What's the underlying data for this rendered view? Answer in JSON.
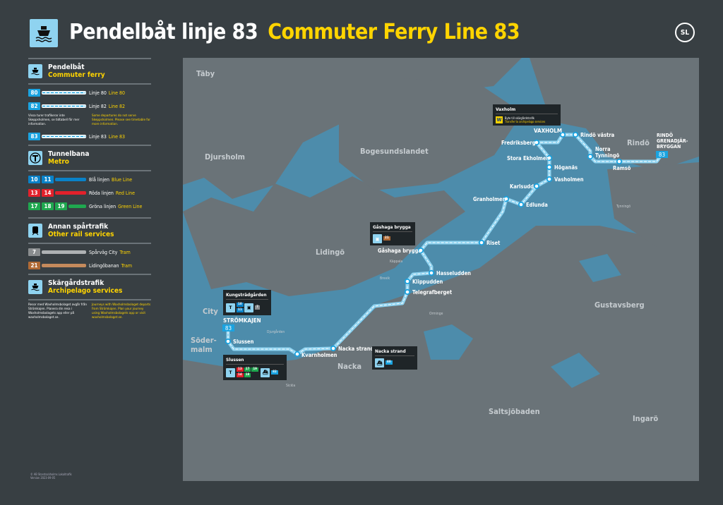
{
  "header": {
    "title_sv": "Pendelbåt linje 83",
    "title_en": "Commuter Ferry Line 83",
    "logo": "SL"
  },
  "colors": {
    "ferry": "#1aa3e0",
    "blue": "#0a82c8",
    "red": "#e2212b",
    "green": "#1fa84f",
    "tram_gray": "#8a8d8f",
    "tram_brown": "#b06a35",
    "yellow": "#ffd400"
  },
  "legend": {
    "ferry": {
      "title_sv": "Pendelbåt",
      "title_en": "Commuter ferry",
      "icon": "ferry-icon",
      "lines": [
        {
          "num": "80",
          "sv": "Linje 80",
          "en": "Line 80"
        },
        {
          "num": "82",
          "sv": "Linje 82",
          "en": "Line 82"
        },
        {
          "num": "83",
          "sv": "Linje 83",
          "en": "Line 83"
        }
      ],
      "note_sv": "Vissa turer trafikerar inte Skeppsholmen, se tidtabell för mer information.",
      "note_en": "Some departures do not serve Skeppsholmen. Please see timetable for more information."
    },
    "metro": {
      "title_sv": "Tunnelbana",
      "title_en": "Metro",
      "icon": "metro-icon",
      "lines": [
        {
          "nums": [
            "10",
            "11"
          ],
          "sv": "Blå linjen",
          "en": "Blue Line"
        },
        {
          "nums": [
            "13",
            "14"
          ],
          "sv": "Röda linjen",
          "en": "Red Line"
        },
        {
          "nums": [
            "17",
            "18",
            "19"
          ],
          "sv": "Gröna linjen",
          "en": "Green Line"
        }
      ]
    },
    "rail": {
      "title_sv": "Annan spårtrafik",
      "title_en": "Other rail services",
      "icon": "train-icon",
      "lines": [
        {
          "num": "7",
          "sv": "Spårväg City",
          "en": "Tram"
        },
        {
          "num": "21",
          "sv": "Lidingöbanan",
          "en": "Tram"
        }
      ]
    },
    "archipelago": {
      "title_sv": "Skärgårdstrafik",
      "title_en": "Archipelago services",
      "icon": "ferry-icon",
      "note_sv": "Resor med Waxholmsbolaget avgår från Strömkajen. Planera din resa i Waxholmsbolagets app eller på waxholmsbolaget.se.",
      "note_en": "Journeys with Waxholmsbolaget departs from Strömkajen. Plan your journey using Waxholmsbolagets app or visit waxholmsbolaget.se."
    },
    "footer": [
      "© AB Storstockholms Lokaltrafik",
      "Version 2023-09-05"
    ]
  },
  "map": {
    "areas": [
      "Täby",
      "Djursholm",
      "Bogesundslandet",
      "Lidingö",
      "City",
      "Söder-",
      "malm",
      "Nacka",
      "Gustavsberg",
      "Saltsjöbaden",
      "Ingarö",
      "Rindö"
    ],
    "places": [
      "Tynningö",
      "Käppala",
      "Brevik",
      "Orminge",
      "Djurgården",
      "Sickla"
    ],
    "stations": [
      "Strömkajen",
      "Slussen",
      "Kvarnholmen",
      "Nacka strand",
      "Telegrafberget",
      "Klippudden",
      "Hasseludden",
      "Gåshaga brygga",
      "Riset",
      "Granholmen",
      "Edlunda",
      "Karlsudd",
      "Vasholmen",
      "Höganäs",
      "Stora Ekholmen",
      "Fredriksberg",
      "Vaxholm",
      "Rindö västra",
      "Norra",
      "Tynningö",
      "Ramsö",
      "Rindö",
      "Grenadjär-",
      "bryggan"
    ],
    "terminal_badge": "83",
    "boxes": {
      "vaxholm": {
        "title": "Vaxholm",
        "sv": "Byte till skärgårdstrafik",
        "en": "Transfer to archipelago services"
      },
      "gashaga": {
        "title": "Gåshaga brygga",
        "lines": [
          "21"
        ]
      },
      "kungstradgarden": {
        "title": "Kungsträdgården",
        "metro": [
          "10",
          "11"
        ],
        "tram": [
          "7"
        ]
      },
      "slussen": {
        "title": "Slussen",
        "metro": [
          "13",
          "17",
          "19",
          "14",
          "18"
        ],
        "ferry": [
          "82"
        ]
      },
      "nacka": {
        "title": "Nacka strand",
        "ferry": [
          "80"
        ]
      }
    }
  }
}
